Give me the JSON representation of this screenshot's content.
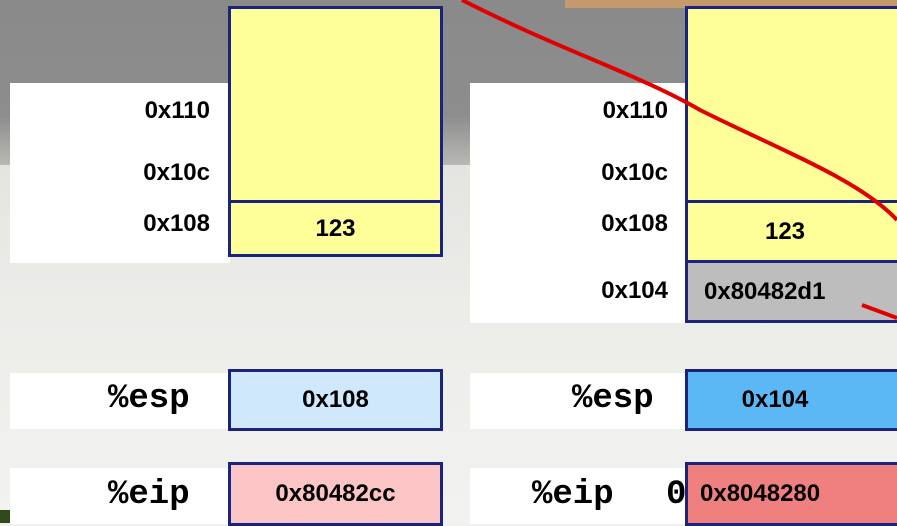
{
  "left": {
    "stack": [
      {
        "address": "0x110",
        "value": ""
      },
      {
        "address": "0x10c",
        "value": ""
      },
      {
        "address": "0x108",
        "value": "123"
      }
    ],
    "esp": {
      "label": "%esp",
      "value": "0x108"
    },
    "eip": {
      "label": "%eip",
      "value": "0x80482cc"
    }
  },
  "right": {
    "stack": [
      {
        "address": "0x110",
        "value": ""
      },
      {
        "address": "0x10c",
        "value": ""
      },
      {
        "address": "0x108",
        "value": "123"
      },
      {
        "address": "0x104",
        "value": "0x80482d1"
      }
    ],
    "esp": {
      "label": "%esp",
      "value": "0x104"
    },
    "eip": {
      "label": "%eip",
      "value": "0x8048280",
      "partial_text": "0"
    }
  },
  "colors": {
    "stack_cell": "#ffff99",
    "pushed_cell": "#bdbdbd",
    "border": "#1a237e",
    "esp_old": "#cfe8fb",
    "esp_new": "#5bb8f5",
    "eip_old": "#fbc5c5",
    "eip_new": "#f08080",
    "arrow": "#e00000"
  }
}
